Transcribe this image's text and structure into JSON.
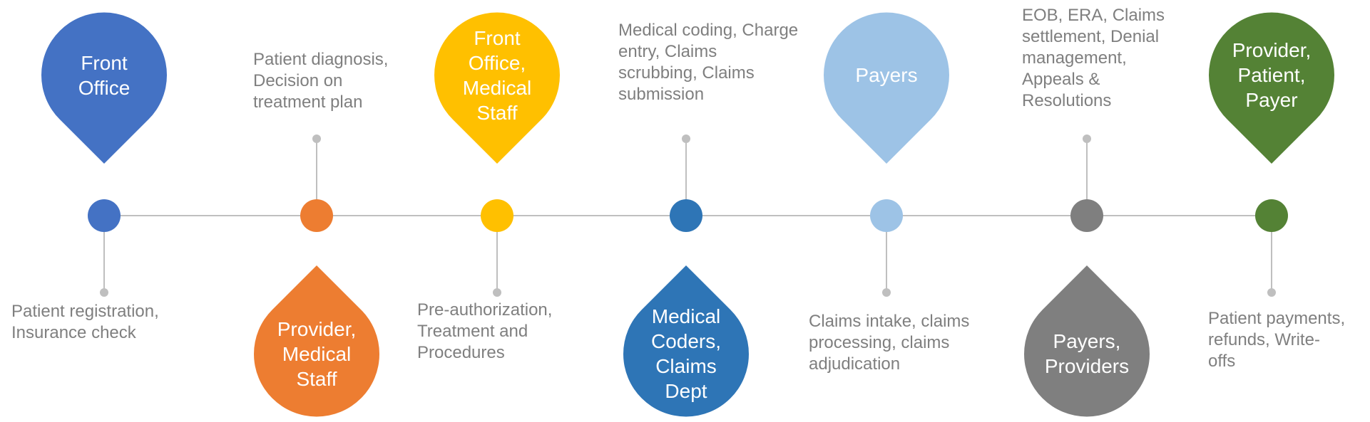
{
  "line_color": "#bfbfbf",
  "steps": [
    {
      "role": "Front\nOffice",
      "description": "Patient registration,\nInsurance check",
      "color": "#4472c4",
      "pin_position": "above",
      "description_position": "below"
    },
    {
      "role": "Provider,\nMedical\nStaff",
      "description": "Patient diagnosis,\nDecision on\ntreatment plan",
      "color": "#ed7d31",
      "pin_position": "below",
      "description_position": "above"
    },
    {
      "role": "Front\nOffice,\nMedical\nStaff",
      "description": "Pre-authorization,\nTreatment and\nProcedures",
      "color": "#ffc000",
      "pin_position": "above",
      "description_position": "below"
    },
    {
      "role": "Medical\nCoders,\nClaims\nDept",
      "description": "Medical coding, Charge\nentry, Claims\nscrubbing, Claims\nsubmission",
      "color": "#2e75b6",
      "pin_position": "below",
      "description_position": "above"
    },
    {
      "role": "Payers",
      "description": "Claims intake, claims\nprocessing, claims\nadjudication",
      "color": "#9dc3e6",
      "pin_position": "above",
      "description_position": "below"
    },
    {
      "role": "Payers,\nProviders",
      "description": "EOB, ERA, Claims\nsettlement, Denial\nmanagement,\nAppeals &\nResolutions",
      "color": "#7f7f7f",
      "pin_position": "below",
      "description_position": "above"
    },
    {
      "role": "Provider,\nPatient,\nPayer",
      "description": "Patient payments,\nrefunds, Write-\noffs",
      "color": "#548235",
      "pin_position": "above",
      "description_position": "below"
    }
  ]
}
